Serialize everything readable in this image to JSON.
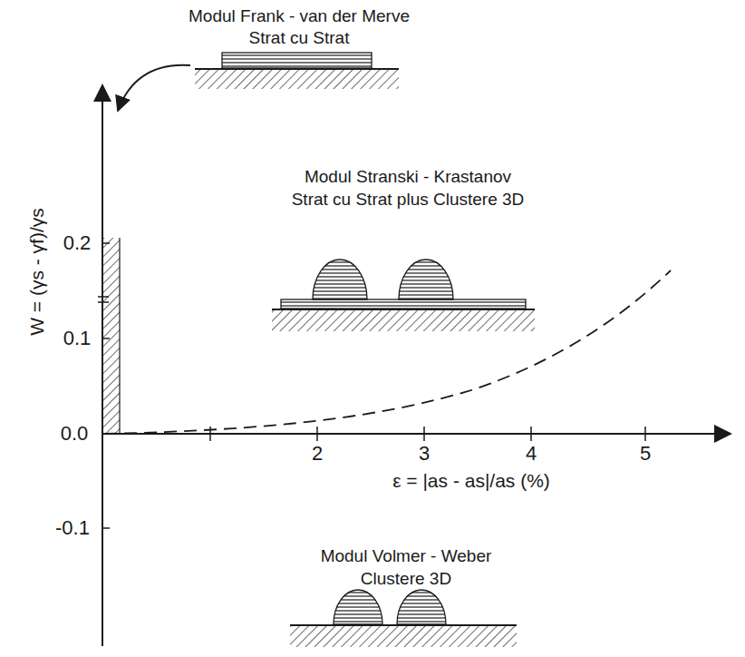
{
  "diagram": {
    "labels": [
      "Modul Frank - van der Merve",
      "Strat cu Strat",
      "Modul Stranski - Krastanov",
      "Strat cu Strat plus Clustere 3D",
      "Modul Volmer - Weber",
      "Clustere 3D",
      "W = (γs - γf)/γs",
      "ε = |as - as|/as (%)",
      "0.2",
      "0.1",
      "0.0",
      "-0.1",
      "2",
      "3",
      "4",
      "5"
    ]
  }
}
